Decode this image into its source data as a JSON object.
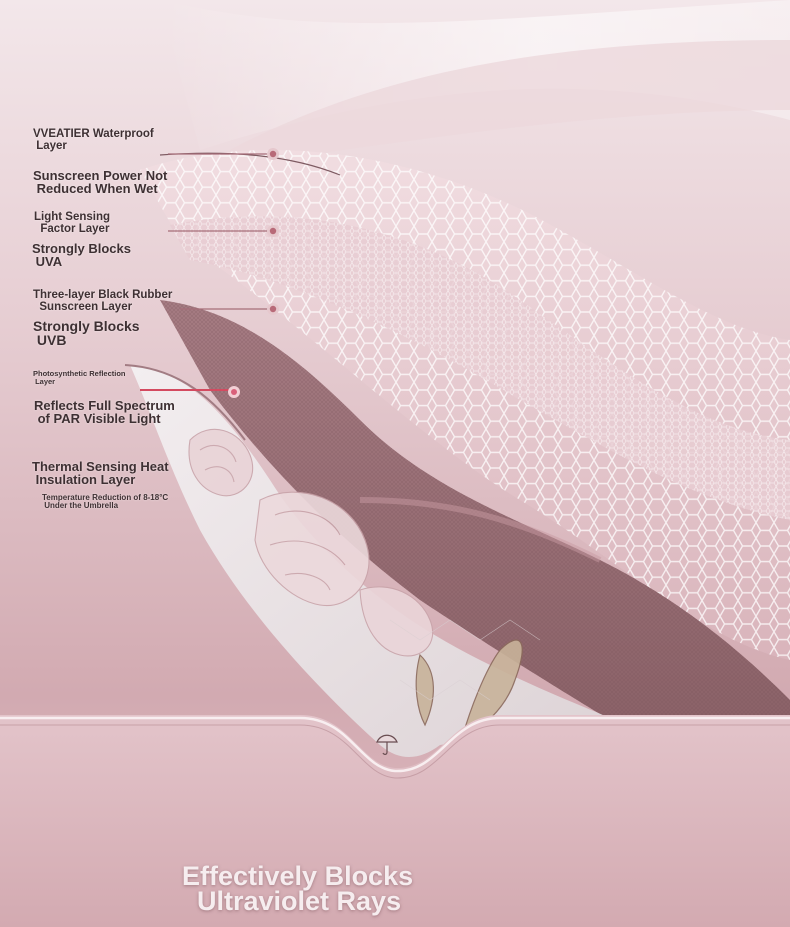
{
  "layers": [
    {
      "name": "VVEATIER Waterproof\n Layer",
      "benefit": "Sunscreen Power Not\n Reduced When Wet"
    },
    {
      "name": "Light Sensing\n  Factor Layer",
      "benefit": "Strongly Blocks\n UVA"
    },
    {
      "name": "Three-layer Black Rubber\n  Sunscreen Layer",
      "benefit": "Strongly Blocks\n UVB"
    },
    {
      "name": "Photosynthetic Reflection\n Layer",
      "benefit": "Reflects Full Spectrum\n of PAR Visible Light"
    },
    {
      "name": "Thermal Sensing Heat\n Insulation Layer",
      "benefit": "Temperature Reduction of 8-18°C\n Under the Umbrella"
    }
  ],
  "footer": {
    "line1": "Effectively Blocks",
    "line2": "  Ultraviolet Rays"
  },
  "colors": {
    "background": "#d9b7bd",
    "label_text": "#3e3033",
    "leader_dot": "#b86a78",
    "footer_text": "#f6edef"
  }
}
